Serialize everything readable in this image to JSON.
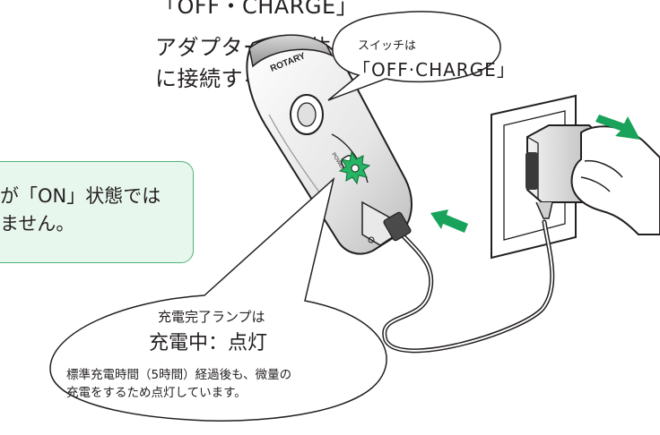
{
  "instructions": [
    "「OFF・CHARGE」",
    "アダプターを本体と",
    "に接続する。"
  ],
  "note": [
    "が「ON」状態では",
    "ません。"
  ],
  "shaver": {
    "brand": "ROTARY",
    "switch_label": "POWER"
  },
  "bubble_switch": {
    "line1": "スイッチは",
    "line2": "「OFF·CHARGE」"
  },
  "bubble_lamp": {
    "line1": "充電完了ランプは",
    "line2": "充電中：点灯",
    "line3": "標準充電時間（5時間）経過後も、微量の",
    "line4": "充電をするため点灯しています。"
  },
  "colors": {
    "note_bg": "#e8f7ee",
    "note_border": "#4fb47a",
    "arrow_green": "#19a25a",
    "lamp_green": "#27b464"
  }
}
